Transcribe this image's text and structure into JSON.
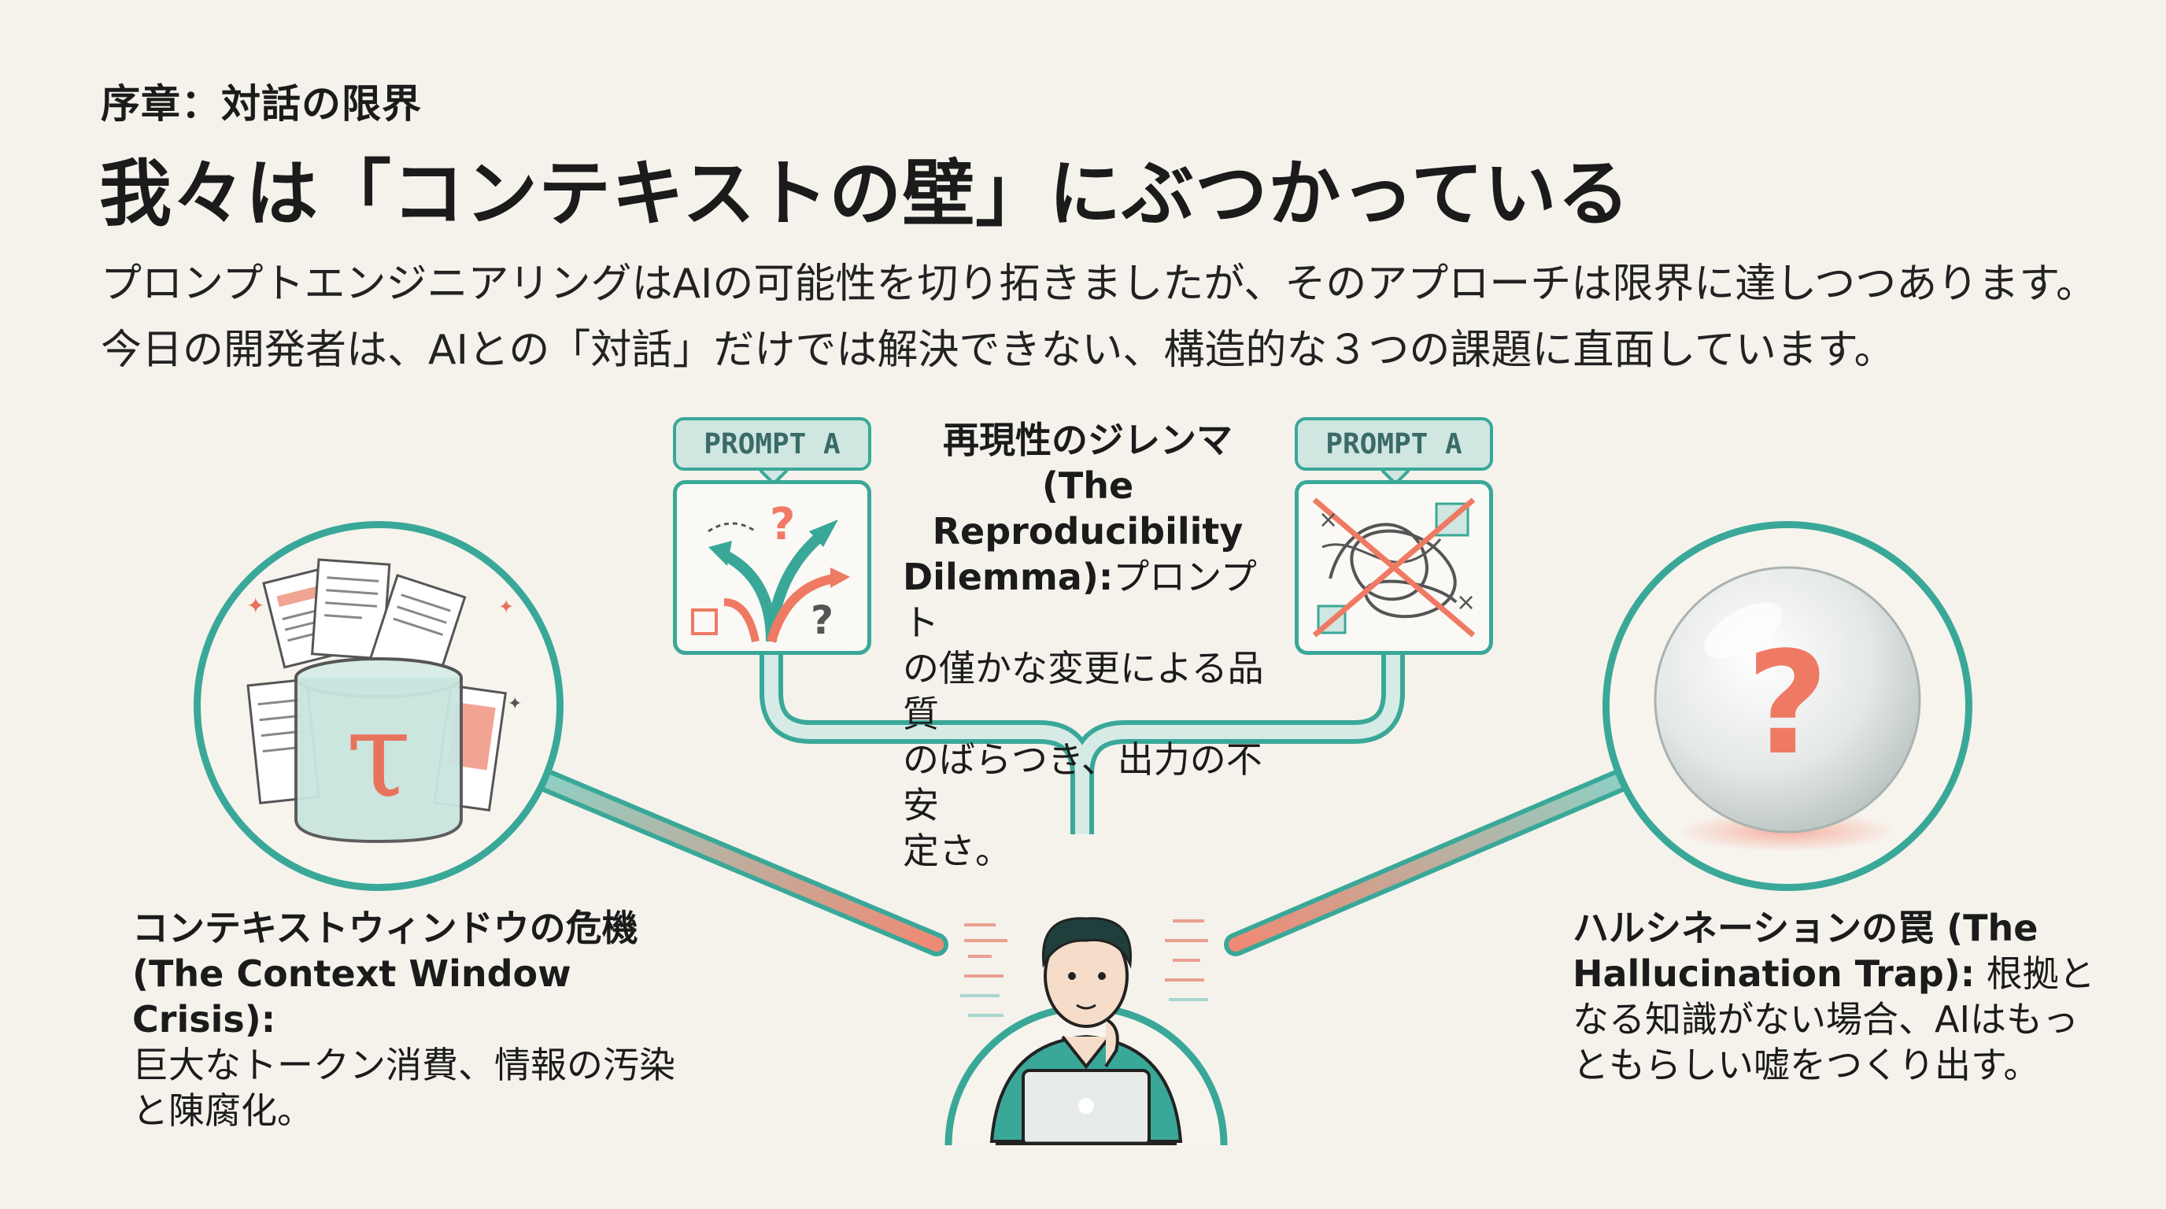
{
  "header": {
    "subtitle": "序章：対話の限界",
    "title": "我々は「コンテキストの壁」にぶつかっている",
    "lead_line1": "プロンプトエンジニアリングはAIの可能性を切り拓きましたが、そのアプローチは限界に達しつつあります。",
    "lead_line2": "今日の開発者は、AIとの「対話」だけでは解決できない、構造的な３つの課題に直面しています。"
  },
  "reproducibility": {
    "tag_left": "PROMPT A",
    "tag_right": "PROMPT A",
    "title_jp": "再現性のジレンマ",
    "title_en_1": "(The Reproducibility",
    "title_en_2": "Dilemma):",
    "desc_1": "プロンプト",
    "desc_2": "の僅かな変更による品質",
    "desc_3": "のばらつき、出力の不安",
    "desc_4": "定さ。"
  },
  "context_window": {
    "icon_letter": "τ",
    "title_jp": "コンテキストウィンドウの危機",
    "title_en": "(The Context Window Crisis):",
    "desc_1": "巨大なトークン消費、情報の汚染",
    "desc_2": "と陳腐化。"
  },
  "hallucination": {
    "icon_glyph": "?",
    "title_jp_1": "ハルシネーションの罠 (The",
    "title_en_2": "Hallucination Trap):",
    "desc_inline": "根拠と",
    "desc_2": "なる知識がない場合、AIはもっ",
    "desc_3": "ともらしい嘘をつくり出す。"
  },
  "colors": {
    "teal": "#3aa898",
    "coral": "#ef7a63",
    "background": "#f5f2ec"
  }
}
